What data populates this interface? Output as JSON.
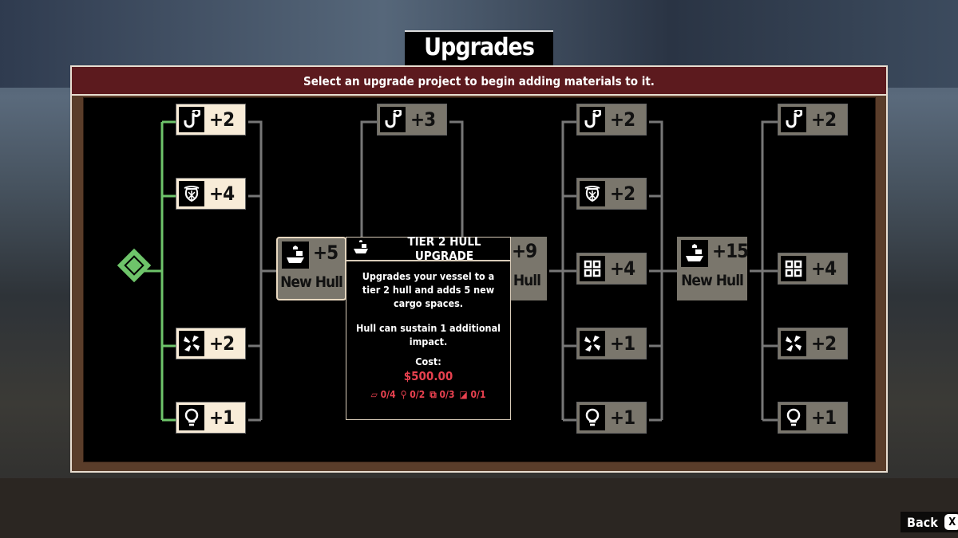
{
  "title": "Upgrades",
  "instruction": "Select an upgrade project to begin adding materials to it.",
  "colors": {
    "header": "#5c1a1e",
    "available": "#f8ecd8",
    "locked": "#7a766c",
    "active_line": "#6ec46a",
    "cost": "#e8414f"
  },
  "columns": [
    {
      "nodes": [
        {
          "icon": "hook-icon",
          "value": "+2"
        },
        {
          "icon": "net-icon",
          "value": "+4"
        },
        {
          "icon": "propeller-icon",
          "value": "+2"
        },
        {
          "icon": "bulb-icon",
          "value": "+1"
        }
      ]
    },
    {
      "nodes": [
        {
          "icon": "hook-icon",
          "value": "+3"
        }
      ]
    },
    {
      "nodes": [
        {
          "icon": "hook-icon",
          "value": "+2"
        },
        {
          "icon": "net-icon",
          "value": "+2"
        },
        {
          "icon": "grid-icon",
          "value": "+4"
        },
        {
          "icon": "propeller-icon",
          "value": "+1"
        },
        {
          "icon": "bulb-icon",
          "value": "+1"
        }
      ]
    },
    {
      "nodes": [
        {
          "icon": "hook-icon",
          "value": "+2"
        },
        {
          "icon": "grid-icon",
          "value": "+4"
        },
        {
          "icon": "propeller-icon",
          "value": "+2"
        },
        {
          "icon": "bulb-icon",
          "value": "+1"
        }
      ]
    }
  ],
  "hulls": [
    {
      "icon": "ship-icon",
      "value": "+5",
      "label": "New Hull"
    },
    {
      "icon": "ship-icon",
      "value": "+9",
      "label": "Hull"
    },
    {
      "icon": "ship-icon",
      "value": "+15",
      "label": "New Hull"
    }
  ],
  "tooltip": {
    "title": "TIER 2 HULL UPGRADE",
    "desc1": "Upgrades your vessel to a tier 2 hull and adds 5 new cargo spaces.",
    "desc2": "Hull can sustain 1 additional impact.",
    "cost_label": "Cost:",
    "cost": "$500.00",
    "materials": [
      {
        "icon": "plank-icon",
        "count": "0/4"
      },
      {
        "icon": "bolt-icon",
        "count": "0/2"
      },
      {
        "icon": "cloth-icon",
        "count": "0/3"
      },
      {
        "icon": "metal-icon",
        "count": "0/1"
      }
    ]
  },
  "back": {
    "label": "Back",
    "key": "X"
  }
}
